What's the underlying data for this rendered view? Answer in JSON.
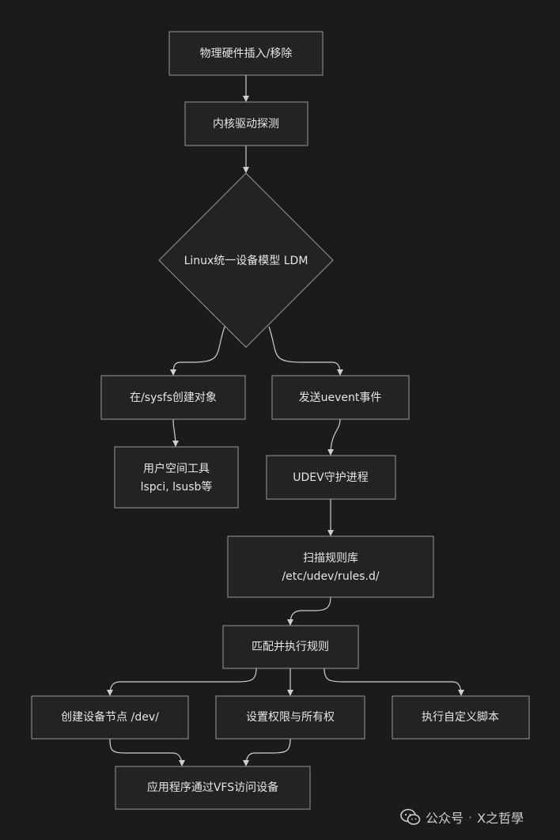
{
  "nodes": {
    "hw": "物理硬件插入/移除",
    "probe": "内核驱动探测",
    "ldm": "Linux统一设备模型 LDM",
    "sysfs": "在/sysfs创建对象",
    "uevent": "发送uevent事件",
    "tools": [
      "用户空间工具",
      "lspci, lsusb等"
    ],
    "udev": "UDEV守护进程",
    "scan": [
      "扫描规则库",
      "/etc/udev/rules.d/"
    ],
    "match": "匹配并执行规则",
    "devnode": "创建设备节点 /dev/",
    "perm": "设置权限与所有权",
    "script": "执行自定义脚本",
    "app": "应用程序通过VFS访问设备"
  },
  "watermark": {
    "account": "公众号",
    "separator": "·",
    "name": "X之哲學",
    "icon": "wechat-icon"
  }
}
